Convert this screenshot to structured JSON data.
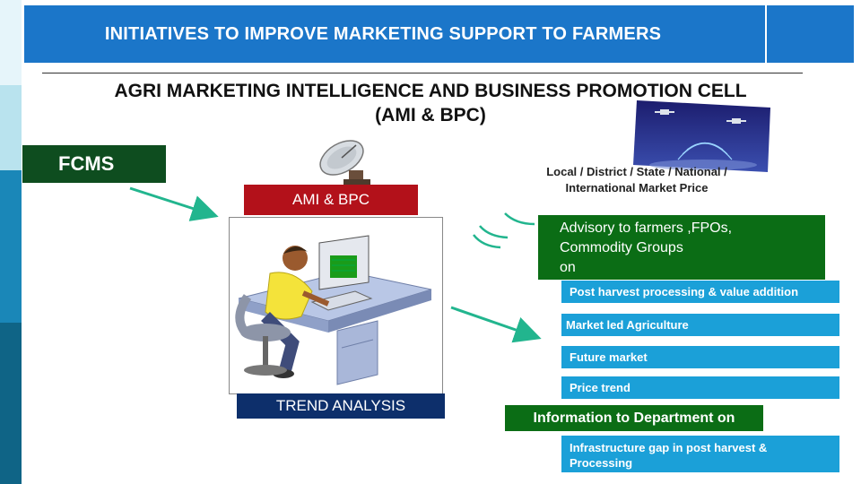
{
  "header": {
    "title": "INITIATIVES TO IMPROVE MARKETING SUPPORT TO FARMERS"
  },
  "subtitle": {
    "line1": "AGRI MARKETING INTELLIGENCE AND BUSINESS  PROMOTION CELL",
    "line2": "(AMI & BPC)"
  },
  "nodes": {
    "fcms": "FCMS",
    "ami_bpc": "AMI & BPC",
    "trend_analysis": "TREND ANALYSIS",
    "market_price_line1": "Local / District / State / National /",
    "market_price_line2": "International Market Price",
    "advisory_line1": "Advisory to farmers ,FPOs,",
    "advisory_line2": "Commodity Groups",
    "advisory_line3": "on",
    "information": "Information to Department on"
  },
  "advisory_topics": [
    "Post harvest processing & value addition",
    "Market led Agriculture",
    "Future market",
    "Price trend"
  ],
  "department_topic": {
    "line1": "Infrastructure gap in post harvest &",
    "line2": "Processing"
  },
  "colors": {
    "header": "#1b76c9",
    "fcms": "#0e4d1f",
    "ami": "#b3111a",
    "advisory": "#0b6d15",
    "topic": "#1ba0d8",
    "trend": "#0d2f6b",
    "arrow": "#22b58e"
  }
}
